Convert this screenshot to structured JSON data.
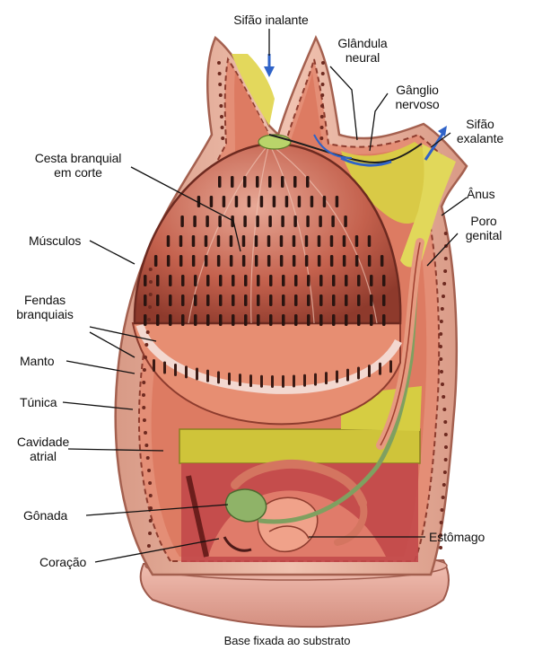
{
  "diagram": {
    "labels": {
      "sifao_inalante": "Sifão inalante",
      "glandula_neural": "Glândula\nneural",
      "ganglio_nervoso": "Gânglio\nnervoso",
      "sifao_exalante": "Sifão\nexalante",
      "cesta_branquial": "Cesta branquial\nem corte",
      "anus": "Ânus",
      "poro_genital": "Poro\ngenital",
      "musculos": "Músculos",
      "fendas_branquiais": "Fendas\nbranquiais",
      "manto": "Manto",
      "tunica": "Túnica",
      "cavidade_atrial": "Cavidade\natrial",
      "gonada": "Gônada",
      "estomago": "Estômago",
      "coracao": "Coração",
      "base": "Base fixada ao substrato"
    },
    "colors": {
      "tunic": "#e9b3a0",
      "tunic_dark": "#c98472",
      "mantle": "#d9644b",
      "basket": "#b8493a",
      "basket_light": "#e8a08a",
      "slit": "#2a1410",
      "atrial_yellow": "#d9d23a",
      "pharynx_band": "#d8a09a",
      "gut_green": "#7fa060",
      "blue_nerve": "#2f63c8",
      "line": "#111111"
    }
  }
}
